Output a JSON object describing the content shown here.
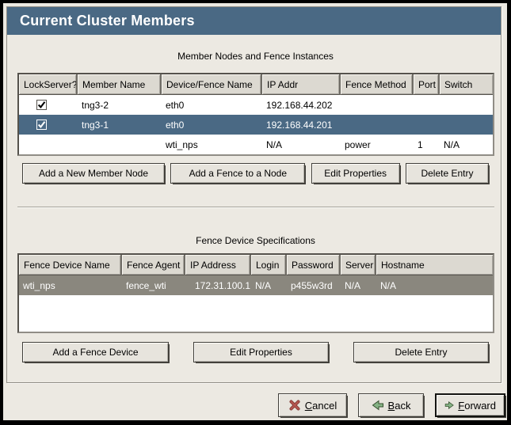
{
  "window": {
    "title": "Current Cluster Members"
  },
  "member_section": {
    "label": "Member Nodes and Fence Instances",
    "columns": [
      "LockServer?",
      "Member Name",
      "Device/Fence Name",
      "IP Addr",
      "Fence Method",
      "Port",
      "Switch"
    ],
    "rows": [
      {
        "lockserver_checked": true,
        "member_name": "tng3-2",
        "device_fence_name": "eth0",
        "ip_addr": "192.168.44.202",
        "fence_method": "",
        "port": "",
        "switch": "",
        "selected": false
      },
      {
        "lockserver_checked": true,
        "member_name": "tng3-1",
        "device_fence_name": "eth0",
        "ip_addr": "192.168.44.201",
        "fence_method": "",
        "port": "",
        "switch": "",
        "selected": true
      },
      {
        "lockserver_checked": null,
        "member_name": "",
        "device_fence_name": "wti_nps",
        "ip_addr": "N/A",
        "fence_method": "power",
        "port": "1",
        "switch": "N/A",
        "selected": false
      }
    ],
    "buttons": [
      "Add a New Member Node",
      "Add a Fence to a Node",
      "Edit Properties",
      "Delete Entry"
    ]
  },
  "fence_section": {
    "label": "Fence Device Specifications",
    "columns": [
      "Fence Device Name",
      "Fence Agent",
      "IP Address",
      "Login",
      "Password",
      "Server",
      "Hostname"
    ],
    "rows": [
      {
        "fence_device_name": "wti_nps",
        "fence_agent": "fence_wti",
        "ip_address": "172.31.100.1",
        "login": "N/A",
        "password": "p455w3rd",
        "server": "N/A",
        "hostname": "N/A",
        "selected": true
      }
    ],
    "buttons": [
      "Add a Fence Device",
      "Edit Properties",
      "Delete Entry"
    ]
  },
  "action_bar": {
    "cancel_key": "C",
    "cancel_rest": "ancel",
    "back_key": "B",
    "back_rest": "ack",
    "forward_key": "F",
    "forward_rest": "orward"
  },
  "colors": {
    "titlebar_blue": "#4a6984",
    "selection_active": "#4a6984",
    "selection_inactive": "#8a877e",
    "window_background": "#ece9e2",
    "table_header": "#dcd9d1",
    "cancel_icon_red": "#a94b46",
    "arrow_icon_green": "#85b385"
  }
}
